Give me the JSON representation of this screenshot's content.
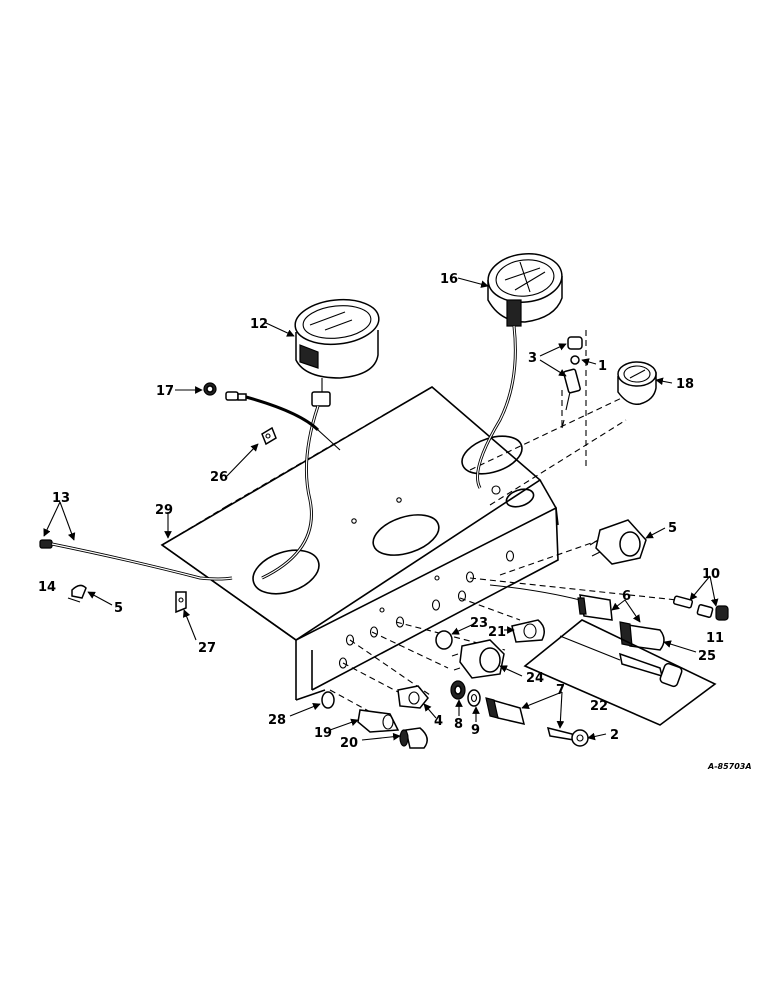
{
  "drawing_code": "A-85703A",
  "labels": [
    {
      "id": "l1",
      "text": "1"
    },
    {
      "id": "l2",
      "text": "2"
    },
    {
      "id": "l3",
      "text": "3"
    },
    {
      "id": "l4",
      "text": "4"
    },
    {
      "id": "l5a",
      "text": "5"
    },
    {
      "id": "l5b",
      "text": "5"
    },
    {
      "id": "l6",
      "text": "6"
    },
    {
      "id": "l7",
      "text": "7"
    },
    {
      "id": "l8",
      "text": "8"
    },
    {
      "id": "l9",
      "text": "9"
    },
    {
      "id": "l10",
      "text": "10"
    },
    {
      "id": "l11",
      "text": "11"
    },
    {
      "id": "l12",
      "text": "12"
    },
    {
      "id": "l13",
      "text": "13"
    },
    {
      "id": "l14",
      "text": "14"
    },
    {
      "id": "l16",
      "text": "16"
    },
    {
      "id": "l17",
      "text": "17"
    },
    {
      "id": "l18",
      "text": "18"
    },
    {
      "id": "l19",
      "text": "19"
    },
    {
      "id": "l20",
      "text": "20"
    },
    {
      "id": "l21",
      "text": "21"
    },
    {
      "id": "l22",
      "text": "22"
    },
    {
      "id": "l23",
      "text": "23"
    },
    {
      "id": "l24",
      "text": "24"
    },
    {
      "id": "l25",
      "text": "25"
    },
    {
      "id": "l26",
      "text": "26"
    },
    {
      "id": "l27",
      "text": "27"
    },
    {
      "id": "l28",
      "text": "28"
    },
    {
      "id": "l29",
      "text": "29"
    }
  ]
}
